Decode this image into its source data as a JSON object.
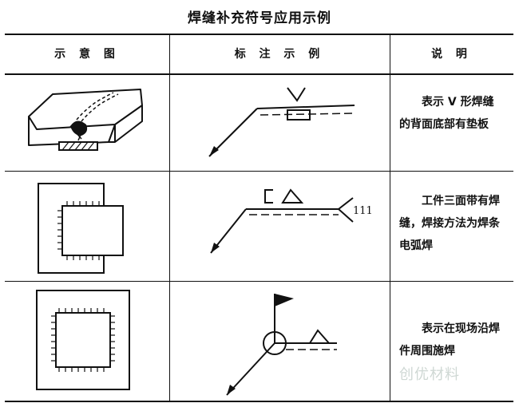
{
  "title": "焊缝补充符号应用示例",
  "headers": [
    "示 意 图",
    "标 注 示 例",
    "说  明"
  ],
  "rows": [
    {
      "description": "表示 V 形焊缝的背面底部有垫板"
    },
    {
      "description": "工件三面带有焊缝，焊接方法为焊条电弧焊",
      "process_code": "111"
    },
    {
      "description": "表示在现场沿焊件周围施焊"
    }
  ],
  "watermark": "创优材料"
}
